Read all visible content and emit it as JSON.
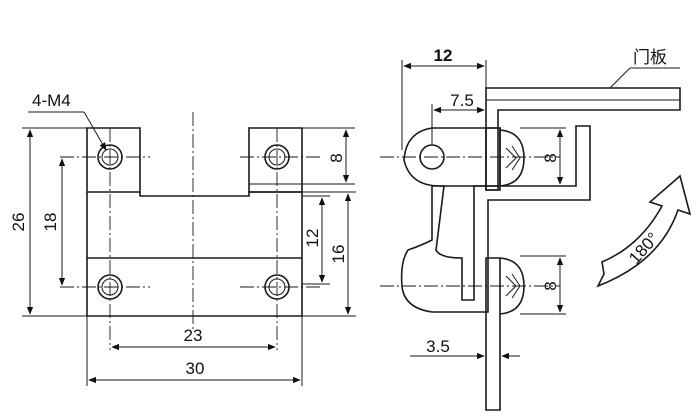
{
  "front_view": {
    "callout_thread": "4-M4",
    "dim_overall_height": "26",
    "dim_hole_vertical": "18",
    "dim_top_holes_height": "8",
    "dim_lower_leaf_height": "12",
    "dim_right_leaf_height": "16",
    "dim_hole_horizontal": "23",
    "dim_overall_width": "30"
  },
  "side_view": {
    "dim_top_width": "12",
    "dim_offset": "7.5",
    "door_panel_label": "门板",
    "dim_upper_screw": "8",
    "dim_lower_screw": "8",
    "dim_plate_thickness": "3.5",
    "rotation_label": "180°"
  }
}
